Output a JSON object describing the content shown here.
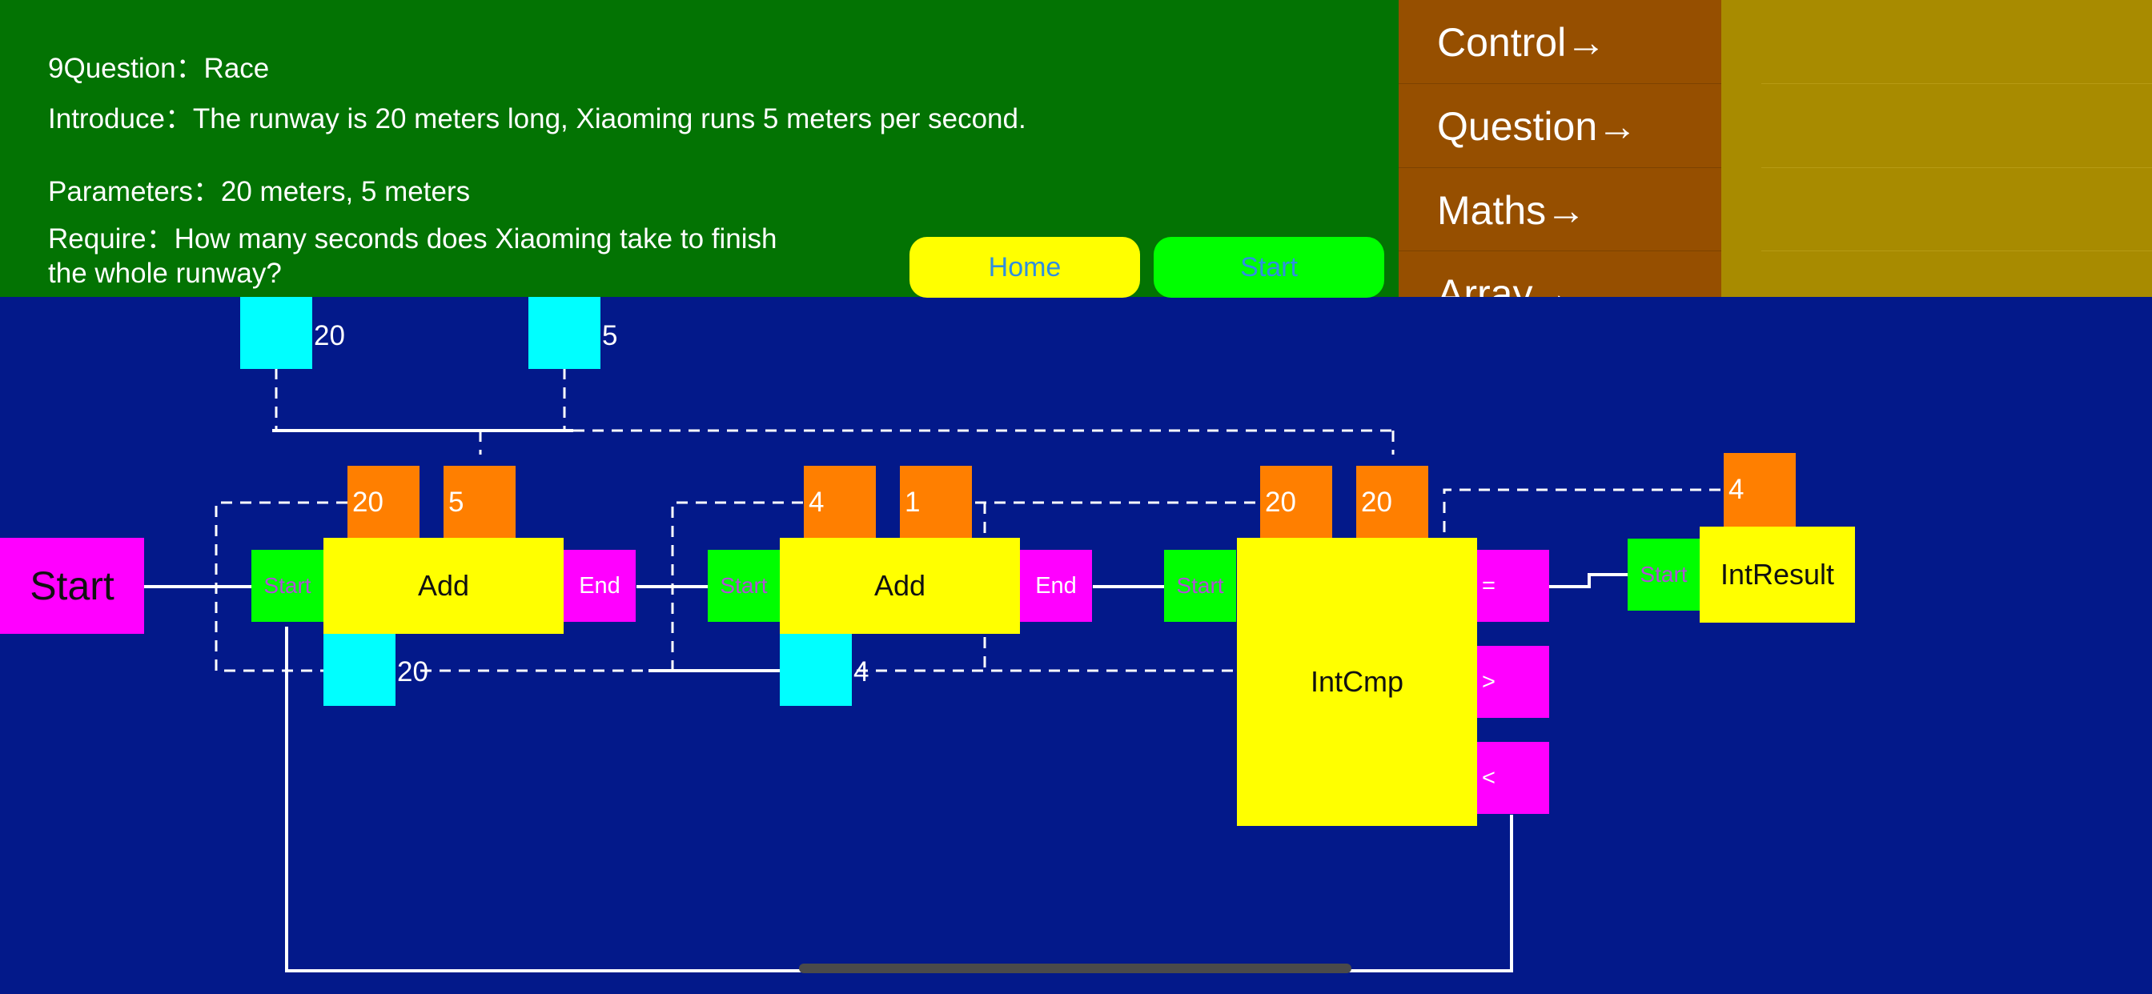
{
  "question": {
    "title": "9Question：Race",
    "introduce": "Introduce：The runway is 20 meters long, Xiaoming runs 5 meters per second.",
    "parameters": "Parameters：20 meters, 5 meters",
    "require_line1": "Require：How many seconds does Xiaoming take to finish",
    "require_line2": "the whole runway?"
  },
  "buttons": {
    "home": "Home",
    "start": "Start"
  },
  "menu": {
    "items": [
      "Control→",
      "Question→",
      "Maths→",
      "Array→"
    ]
  },
  "canvas": {
    "start_node": "Start",
    "inputs": {
      "a": "20",
      "b": "5"
    },
    "add1": {
      "label": "Add",
      "start": "Start",
      "end": "End",
      "in1": "20",
      "in2": "5",
      "out": "20"
    },
    "add2": {
      "label": "Add",
      "start": "Start",
      "end": "End",
      "in1": "4",
      "in2": "1",
      "out": "4"
    },
    "intcmp": {
      "label": "IntCmp",
      "start": "Start",
      "in1": "20",
      "in2": "20",
      "eq": "=",
      "gt": ">",
      "lt": "<"
    },
    "result": {
      "label": "IntResult",
      "start": "Start",
      "value": "4"
    }
  },
  "colors": {
    "header_bg": "#037303",
    "canvas_bg": "#03198a",
    "menu_bg": "#964f00",
    "panel_bg": "#a88b00",
    "block_yellow": "#ffff00",
    "port_green": "#00ff00",
    "port_magenta": "#ff00ff",
    "param_orange": "#ff7f00",
    "value_cyan": "#00ffff"
  }
}
